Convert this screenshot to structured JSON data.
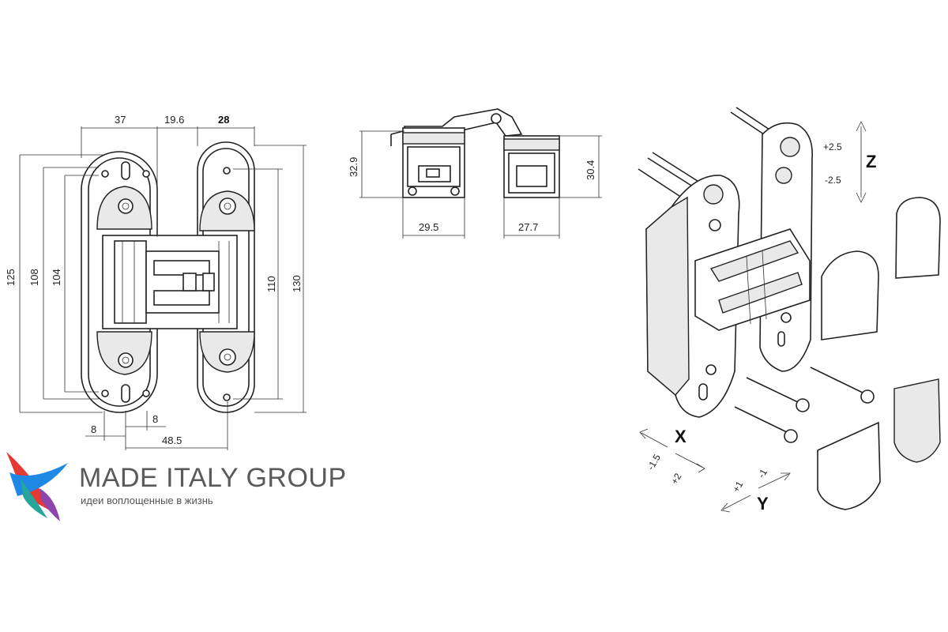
{
  "front_view": {
    "dims": {
      "w37": "37",
      "w19_6": "19.6",
      "w28": "28",
      "h125": "125",
      "h108": "108",
      "h104": "104",
      "h110": "110",
      "h130": "130",
      "b8a": "8",
      "b8b": "8",
      "b48_5": "48.5"
    }
  },
  "side_view": {
    "dims": {
      "h32_9": "32.9",
      "h30_4": "30.4",
      "w29_5": "29.5",
      "w27_7": "27.7"
    }
  },
  "axes": {
    "z_label": "Z",
    "z_plus": "+2.5",
    "z_minus": "-2.5",
    "x_label": "X",
    "x_minus": "-1.5",
    "x_plus": "+2",
    "y_label": "Y",
    "y_plus": "+1",
    "y_minus": "-1"
  },
  "logo": {
    "title": "MADE ITALY GROUP",
    "subtitle": "идеи воплощенные в жизнь",
    "colors": {
      "red": "#e53935",
      "blue": "#1e88e5",
      "teal": "#26a69a",
      "purple": "#8e44ad"
    }
  }
}
